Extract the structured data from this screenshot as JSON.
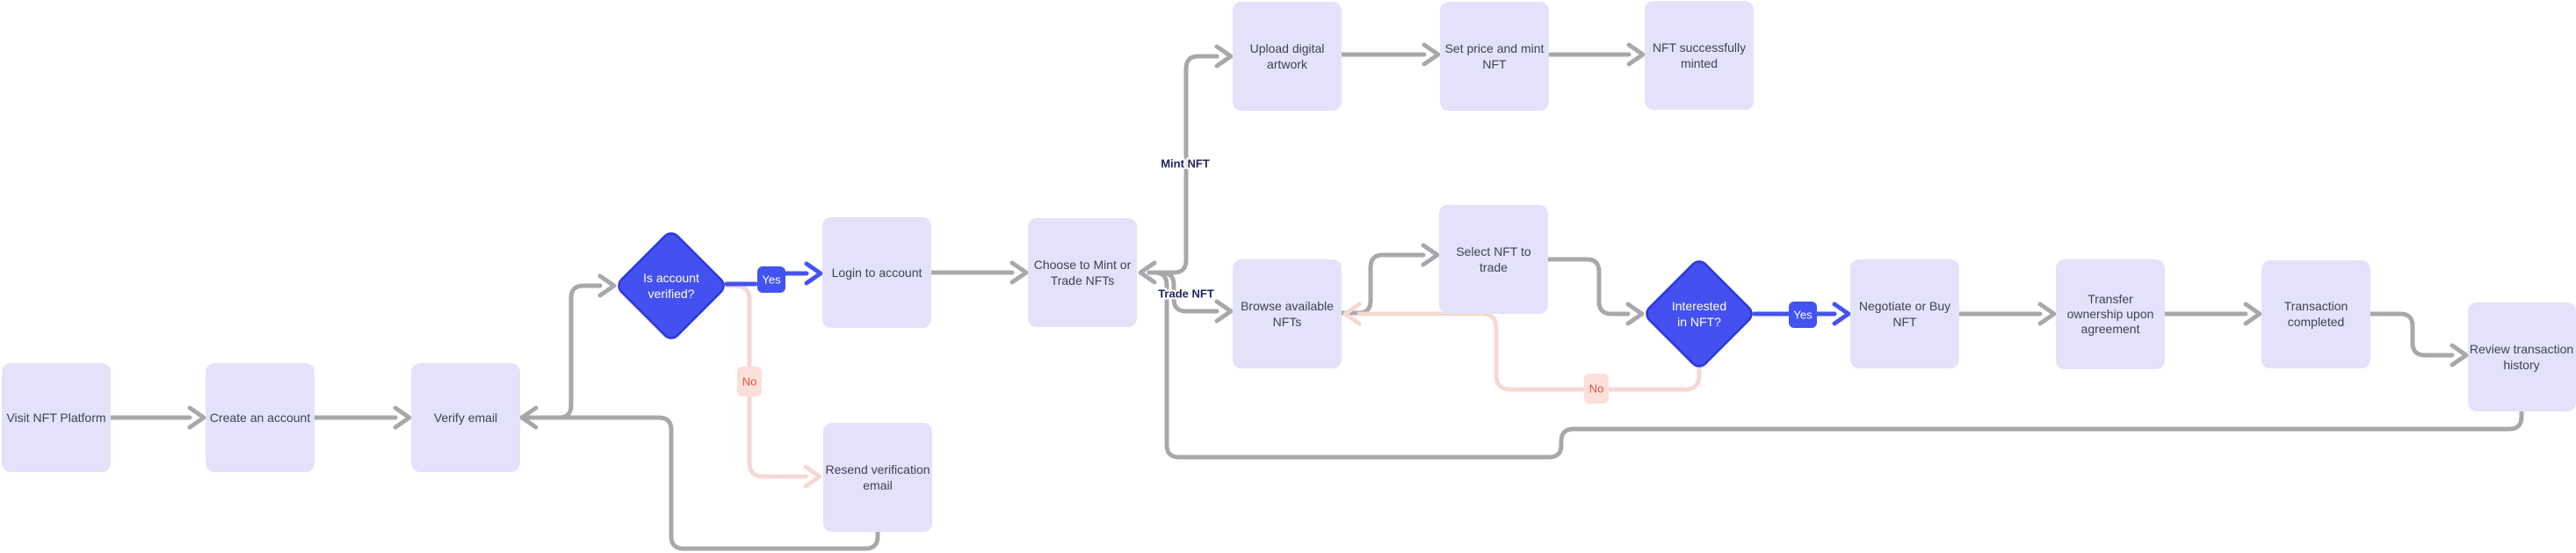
{
  "diagram": {
    "type": "flowchart",
    "subject": "NFT platform user flow",
    "background": "#ffffff",
    "colors": {
      "node_fill": "#e4e2fa",
      "node_text": "#3c4354",
      "connector_gray": "#a8a8ab",
      "connector_pink": "#f5d8d2",
      "connector_blue": "#4353f0",
      "decision_fill": "#4450ef",
      "decision_border": "#2e39d8",
      "decision_text": "#ffffff",
      "yes_chip_bg": "#4353f2",
      "yes_chip_text": "#ffffff",
      "no_chip_bg": "#fbdfd8",
      "no_chip_text": "#e05540",
      "branch_label_text": "#23265f"
    }
  },
  "nodes": {
    "visit": {
      "shape": "process",
      "label": "Visit NFT Platform",
      "lines": [
        "Visit NFT Platform"
      ]
    },
    "create": {
      "shape": "process",
      "label": "Create an account",
      "lines": [
        "Create an account"
      ]
    },
    "verify": {
      "shape": "process",
      "label": "Verify email",
      "lines": [
        "Verify email"
      ]
    },
    "is_verified": {
      "shape": "decision",
      "label": "Is account verified?",
      "lines": [
        "Is account",
        "verified?"
      ]
    },
    "login": {
      "shape": "process",
      "label": "Login to account",
      "lines": [
        "Login to account"
      ]
    },
    "choose": {
      "shape": "process",
      "label": "Choose to Mint or Trade NFTs",
      "lines": [
        "Choose to Mint or",
        "Trade NFTs"
      ]
    },
    "upload": {
      "shape": "process",
      "label": "Upload digital artwork",
      "lines": [
        "Upload digital",
        "artwork"
      ]
    },
    "set_price": {
      "shape": "process",
      "label": "Set price and mint NFT",
      "lines": [
        "Set price and mint",
        "NFT"
      ]
    },
    "minted": {
      "shape": "process",
      "label": "NFT successfully minted",
      "lines": [
        "NFT successfully",
        "minted"
      ]
    },
    "browse": {
      "shape": "process",
      "label": "Browse available NFTs",
      "lines": [
        "Browse available",
        "NFTs"
      ]
    },
    "select": {
      "shape": "process",
      "label": "Select NFT to trade",
      "lines": [
        "Select NFT to",
        "trade"
      ]
    },
    "interested": {
      "shape": "decision",
      "label": "Interested in NFT?",
      "lines": [
        "Interested",
        "in NFT?"
      ]
    },
    "negotiate": {
      "shape": "process",
      "label": "Negotiate or Buy NFT",
      "lines": [
        "Negotiate or Buy",
        "NFT"
      ]
    },
    "transfer": {
      "shape": "process",
      "label": "Transfer ownership upon agreement",
      "lines": [
        "Transfer",
        "ownership upon",
        "agreement"
      ]
    },
    "transaction": {
      "shape": "process",
      "label": "Transaction completed",
      "lines": [
        "Transaction",
        "completed"
      ]
    },
    "review": {
      "shape": "process",
      "label": "Review transaction history",
      "lines": [
        "Review transaction",
        "history"
      ]
    },
    "resend": {
      "shape": "process",
      "label": "Resend verification email",
      "lines": [
        "Resend verification",
        "email"
      ]
    }
  },
  "edges": [
    {
      "from": "visit",
      "to": "create",
      "label": "",
      "style": "gray"
    },
    {
      "from": "create",
      "to": "verify",
      "label": "",
      "style": "gray"
    },
    {
      "from": "verify",
      "to": "is_verified",
      "label": "",
      "style": "gray"
    },
    {
      "from": "is_verified",
      "to": "login",
      "label": "Yes",
      "style": "blue"
    },
    {
      "from": "is_verified",
      "to": "resend",
      "label": "No",
      "style": "pink"
    },
    {
      "from": "resend",
      "to": "verify",
      "label": "",
      "style": "gray"
    },
    {
      "from": "login",
      "to": "choose",
      "label": "",
      "style": "gray"
    },
    {
      "from": "choose",
      "to": "upload",
      "label": "Mint NFT",
      "style": "gray"
    },
    {
      "from": "choose",
      "to": "browse",
      "label": "Trade NFT",
      "style": "gray"
    },
    {
      "from": "browse",
      "to": "select",
      "label": "",
      "style": "gray"
    },
    {
      "from": "select",
      "to": "interested",
      "label": "",
      "style": "gray"
    },
    {
      "from": "interested",
      "to": "negotiate",
      "label": "Yes",
      "style": "blue"
    },
    {
      "from": "interested",
      "to": "browse",
      "label": "No",
      "style": "pink"
    },
    {
      "from": "negotiate",
      "to": "transfer",
      "label": "",
      "style": "gray"
    },
    {
      "from": "transfer",
      "to": "transaction",
      "label": "",
      "style": "gray"
    },
    {
      "from": "transaction",
      "to": "review",
      "label": "",
      "style": "gray"
    },
    {
      "from": "review",
      "to": "choose",
      "label": "",
      "style": "gray"
    },
    {
      "from": "upload",
      "to": "set_price",
      "label": "",
      "style": "gray"
    },
    {
      "from": "set_price",
      "to": "minted",
      "label": "",
      "style": "gray"
    }
  ]
}
